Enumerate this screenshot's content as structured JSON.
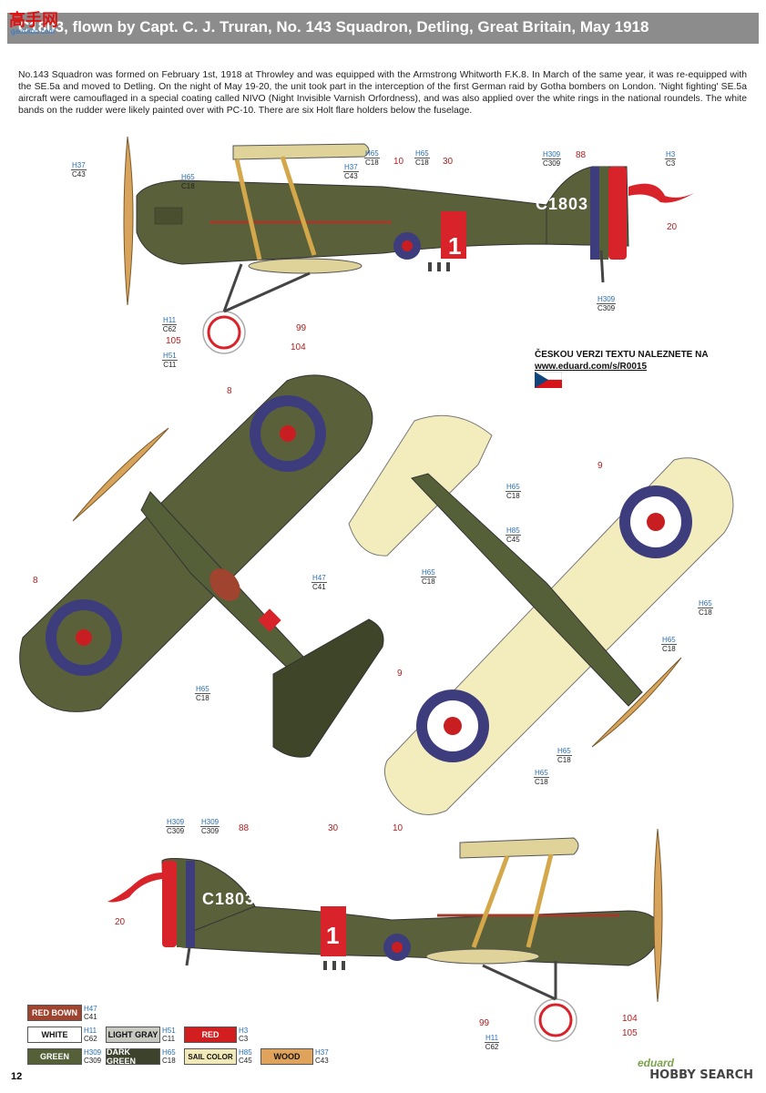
{
  "watermark": {
    "logo": "高手网",
    "sub": "gaoshou.com"
  },
  "title": "C1803, flown by Capt. C. J. Truran, No. 143 Squadron, Detling, Great Britain, May 1918",
  "intro": "No.143 Squadron was formed on February 1st, 1918 at Throwley and was equipped with the Armstrong Whitworth F.K.8. In March of the same year, it was re-equipped with the SE.5a and moved to Detling. On the night of May 19-20, the unit took part in the interception of the first German raid by Gotha bombers on London. 'Night fighting' SE.5a aircraft were camouflaged in a special coating called NIVO (Night Invisible Varnish Orfordness), and was also applied over the white rings in the national roundels. The white bands on the rudder were likely painted over with PC-10. There are six Holt flare holders below the fuselage.",
  "serial": "C1803",
  "fuselage_number": "1",
  "czech": {
    "line1": "ČESKOU VERZI TEXTU NALEZNETE NA",
    "line2": "www.eduard.com/s/R0015"
  },
  "callouts_top": [
    {
      "h": "H37",
      "c": "C43"
    },
    {
      "h": "H65",
      "c": "C18"
    },
    {
      "h": "H37",
      "c": "C43"
    },
    {
      "h": "H65",
      "c": "C18"
    },
    {
      "h": "H65",
      "c": "C18"
    },
    {
      "h": "H309",
      "c": "C309"
    },
    {
      "h": "H3",
      "c": "C3"
    },
    {
      "h": "H309",
      "c": "C309"
    },
    {
      "h": "H11",
      "c": "C62"
    },
    {
      "h": "H51",
      "c": "C11"
    }
  ],
  "numbers_top": [
    "10",
    "30",
    "88",
    "20",
    "99",
    "105",
    "104"
  ],
  "callouts_plan": [
    {
      "h": "H47",
      "c": "C41"
    },
    {
      "h": "H65",
      "c": "C18"
    }
  ],
  "numbers_plan": [
    "8",
    "8"
  ],
  "callouts_under": [
    {
      "h": "H65",
      "c": "C18"
    },
    {
      "h": "H85",
      "c": "C45"
    },
    {
      "h": "H65",
      "c": "C18"
    },
    {
      "h": "H65",
      "c": "C18"
    },
    {
      "h": "H65",
      "c": "C18"
    },
    {
      "h": "H65",
      "c": "C18"
    },
    {
      "h": "H65",
      "c": "C18"
    }
  ],
  "numbers_under": [
    "9",
    "9"
  ],
  "callouts_bottom": [
    {
      "h": "H309",
      "c": "C309"
    },
    {
      "h": "H309",
      "c": "C309"
    },
    {
      "h": "H11",
      "c": "C62"
    }
  ],
  "numbers_bottom": [
    "88",
    "30",
    "10",
    "20",
    "99",
    "104",
    "105"
  ],
  "legend": [
    {
      "label": "RED BOWN",
      "h": "H47",
      "c": "C41",
      "bg": "#a0432f",
      "fg": "#ffffff"
    },
    {
      "label": "WHITE",
      "h": "H11",
      "c": "C62",
      "bg": "#ffffff",
      "fg": "#111111"
    },
    {
      "label": "LIGHT GRAY",
      "h": "H51",
      "c": "C11",
      "bg": "#c9c9c4",
      "fg": "#111111"
    },
    {
      "label": "RED",
      "h": "H3",
      "c": "C3",
      "bg": "#d21e1e",
      "fg": "#ffffff"
    },
    {
      "label": "GREEN",
      "h": "H309",
      "c": "C309",
      "bg": "#556039",
      "fg": "#ffffff"
    },
    {
      "label": "DARK GREEN",
      "h": "H65",
      "c": "C18",
      "bg": "#3c422c",
      "fg": "#ffffff"
    },
    {
      "label": "SAIL COLOR",
      "h": "H85",
      "c": "C45",
      "bg": "#f1eab8",
      "fg": "#111111"
    },
    {
      "label": "WOOD",
      "h": "H37",
      "c": "C43",
      "bg": "#e0a35c",
      "fg": "#111111"
    }
  ],
  "page_number": "12",
  "footer_brand": "HOBBY SEARCH",
  "footer_mark": "eduard",
  "colors": {
    "olive": "#59603a",
    "olive_dark": "#3e4529",
    "roundel_blue": "#3d3d7e",
    "roundel_red": "#c81e22",
    "sail": "#f3edbe",
    "wood": "#d8a45c",
    "red": "#d8232a"
  }
}
